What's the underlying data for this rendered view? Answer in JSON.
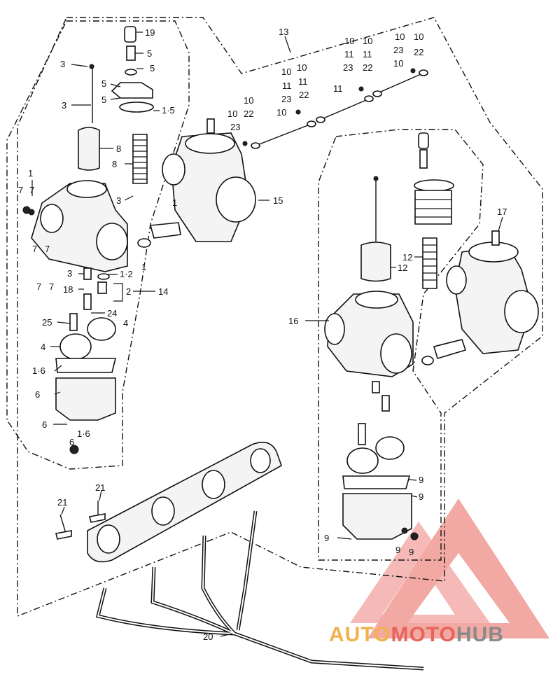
{
  "diagram": {
    "callouts": {
      "c19": "19",
      "c5a": "5",
      "c5b": "5",
      "c3a": "3",
      "c5c": "5",
      "c5d": "5",
      "c15a": "1·5",
      "c3b": "3",
      "c8a": "8",
      "c8b": "8",
      "c3c": "3",
      "c1a": "1",
      "c7a": "7",
      "c7b": "7",
      "c7c": "7",
      "c7d": "7",
      "c7e": "7",
      "c7f": "7",
      "c3d": "3",
      "c12a": "1·2",
      "c18": "18",
      "c2": "2",
      "c14": "14",
      "c24": "24",
      "c25": "25",
      "c4a": "4",
      "c4b": "4",
      "c16a": "1·6",
      "c6a": "6",
      "c6b": "6",
      "c6c": "6",
      "c16b": "1·6",
      "c13": "13",
      "t1_10a": "10",
      "t1_22": "22",
      "t1_10b": "10",
      "t1_23": "23",
      "t2_10a": "10",
      "t2_10b": "10",
      "t2_11": "11",
      "t2_11b": "11",
      "t2_23": "23",
      "t2_22": "22",
      "t2_10c": "10",
      "c11": "11",
      "t3_10a": "10",
      "t3_10b": "10",
      "t3_11a": "11",
      "t3_11b": "11",
      "t3_23": "23",
      "t3_22": "22",
      "t4_10a": "10",
      "t4_10b": "10",
      "t4_23": "23",
      "t4_22": "22",
      "t4_10c": "10",
      "c15": "15",
      "c1b": "1",
      "c1c": "1",
      "c17": "17",
      "c12b": "12",
      "c12c": "12",
      "c16": "16",
      "c9a": "9",
      "c9b": "9",
      "c9c": "9",
      "c9d": "9",
      "c9e": "9",
      "c21a": "21",
      "c21b": "21",
      "c20": "20"
    }
  },
  "watermark": {
    "brand_part1": "AUTO",
    "brand_part2": "MOTO",
    "brand_part3": "HUB",
    "colors": {
      "auto": "#f0b24e",
      "moto": "#e8635a",
      "hub": "#8a8a8a",
      "triangle": "#e8635a"
    }
  }
}
